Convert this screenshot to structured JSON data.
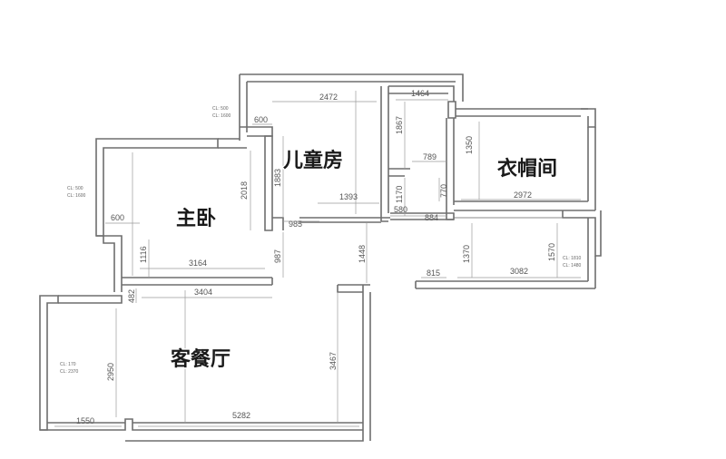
{
  "rooms": {
    "master_bedroom": "主卧",
    "kids_room": "儿童房",
    "walk_in_closet": "衣帽间",
    "living_dining": "客餐厅"
  },
  "dimensions": {
    "d2472": "2472",
    "d1464": "1464",
    "d600_top": "600",
    "d1867": "1867",
    "d789": "789",
    "d1350": "1350",
    "d1883": "1883",
    "d2018": "2018",
    "d1393": "1393",
    "d1170": "1170",
    "d770": "770",
    "d2972": "2972",
    "d600_left": "600",
    "d985": "985",
    "d580": "580",
    "d884": "884",
    "d1116": "1116",
    "d3164": "3164",
    "d987": "987",
    "d1448": "1448",
    "d1370": "1370",
    "d1570": "1570",
    "d815": "815",
    "d3082": "3082",
    "d482": "482",
    "d3404": "3404",
    "d2950": "2950",
    "d3467": "3467",
    "d1550": "1550",
    "d5282": "5282"
  },
  "notes": {
    "kids_cl1": "CL: 500",
    "kids_cl2": "CL: 1600",
    "master_cl1": "CL: 500",
    "master_cl2": "CL: 1600",
    "living_cl1": "CL: 170",
    "living_cl2": "CL: 2370",
    "closet_cl1": "CL: 1810",
    "closet_cl2": "CL: 1480"
  }
}
